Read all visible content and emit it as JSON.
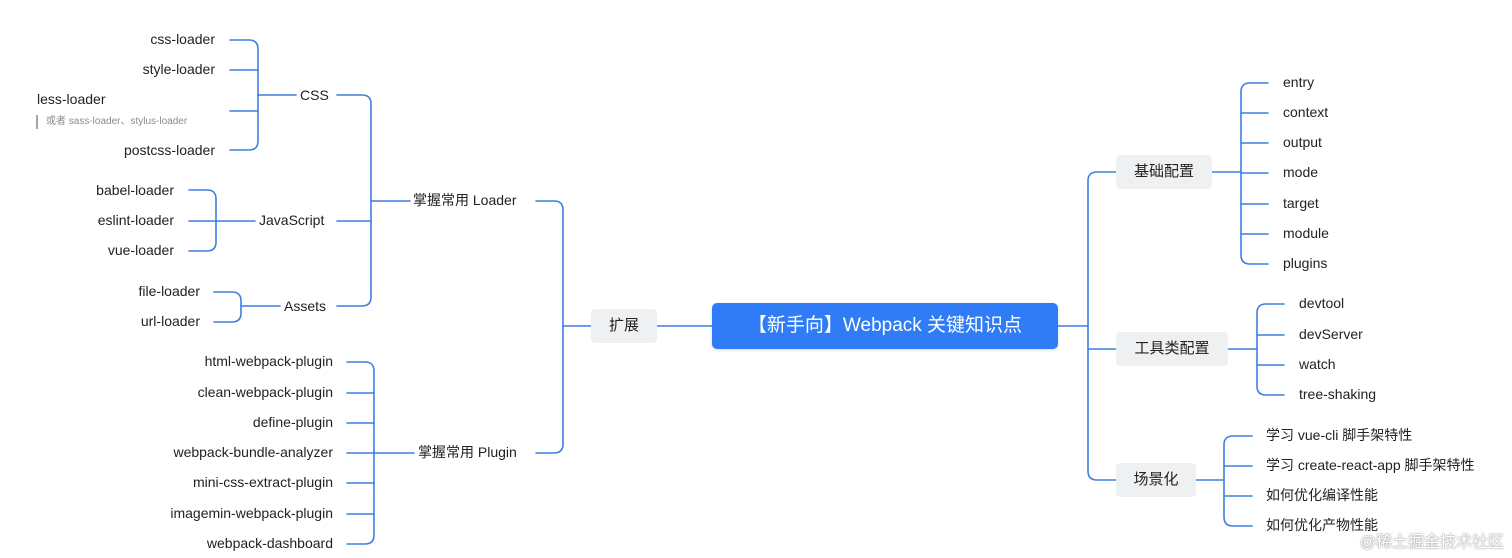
{
  "root": "【新手向】Webpack 关键知识点",
  "left": {
    "label": "扩展",
    "loader": {
      "label": "掌握常用 Loader",
      "css": {
        "label": "CSS",
        "items": [
          "css-loader",
          "style-loader",
          "less-loader",
          "postcss-loader"
        ],
        "less_note": "或者 sass-loader、stylus-loader"
      },
      "js": {
        "label": "JavaScript",
        "items": [
          "babel-loader",
          "eslint-loader",
          "vue-loader"
        ]
      },
      "assets": {
        "label": "Assets",
        "items": [
          "file-loader",
          "url-loader"
        ]
      }
    },
    "plugin": {
      "label": "掌握常用 Plugin",
      "items": [
        "html-webpack-plugin",
        "clean-webpack-plugin",
        "define-plugin",
        "webpack-bundle-analyzer",
        "mini-css-extract-plugin",
        "imagemin-webpack-plugin",
        "webpack-dashboard"
      ]
    }
  },
  "right": {
    "basic": {
      "label": "基础配置",
      "items": [
        "entry",
        "context",
        "output",
        "mode",
        "target",
        "module",
        "plugins"
      ]
    },
    "tools": {
      "label": "工具类配置",
      "items": [
        "devtool",
        "devServer",
        "watch",
        "tree-shaking"
      ]
    },
    "scene": {
      "label": "场景化",
      "items": [
        "学习 vue-cli 脚手架特性",
        "学习 create-react-app 脚手架特性",
        "如何优化编译性能",
        "如何优化产物性能"
      ]
    }
  },
  "watermark": "@稀土掘金技术社区",
  "edge_color": "#3f7fe0"
}
